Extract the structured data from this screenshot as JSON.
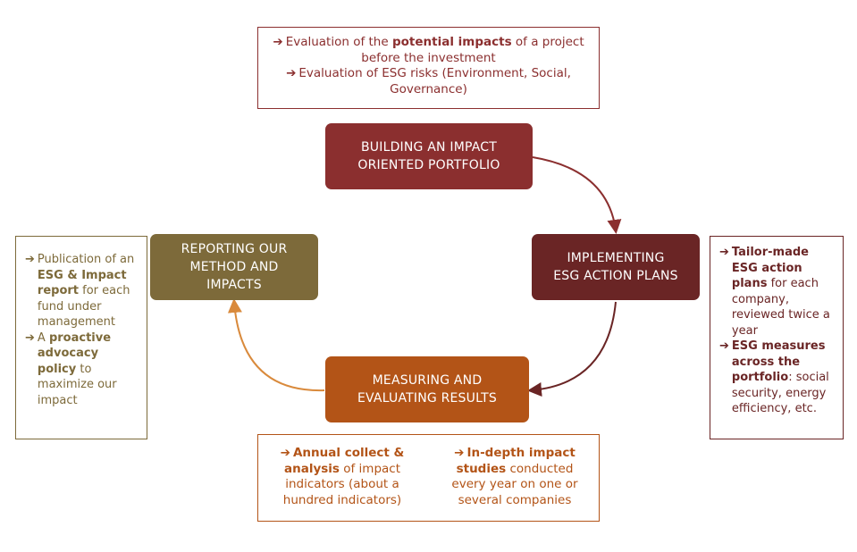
{
  "colors": {
    "building": "#8b2f2f",
    "implementing": "#6a2525",
    "measuring": "#b35417",
    "reporting": "#7d6a3a",
    "note_top": "#8b2f2f",
    "note_left": "#7d6a3a",
    "note_right": "#6a2525",
    "note_bottom": "#b35417"
  },
  "stages": {
    "building": {
      "line1": "BUILDING AN IMPACT",
      "line2": "ORIENTED PORTFOLIO"
    },
    "implementing": {
      "line1": "IMPLEMENTING",
      "line2": "ESG ACTION PLANS"
    },
    "measuring": {
      "line1": "MEASURING AND",
      "line2": "EVALUATING RESULTS"
    },
    "reporting": {
      "line1": "REPORTING OUR",
      "line2": "METHOD AND",
      "line3": "IMPACTS"
    }
  },
  "notes": {
    "top": {
      "item1_pre": "Evaluation of the ",
      "item1_bold": "potential impacts",
      "item1_post": " of a project before the investment",
      "item2": "Evaluation of ESG risks (Environment, Social, Governance)"
    },
    "left": {
      "item1_pre": "Publication of an ",
      "item1_bold": "ESG & Impact report",
      "item1_post": " for each fund under management",
      "item2_pre": "A ",
      "item2_bold": "proactive advocacy policy",
      "item2_post": " to maximize our impact"
    },
    "right": {
      "item1_bold": "Tailor-made ESG action plans",
      "item1_post": " for each company, reviewed twice a year",
      "item2_bold": "ESG measures across the portfolio",
      "item2_post": ": social security, energy efficiency, etc."
    },
    "bottom": {
      "col1_bold": "Annual collect & analysis",
      "col1_post": " of impact indicators (about a hundred indicators)",
      "col2_bold": "In-depth impact studies",
      "col2_post": " conducted every year on one or several companies"
    }
  },
  "icons": {
    "bullet": "➔"
  }
}
